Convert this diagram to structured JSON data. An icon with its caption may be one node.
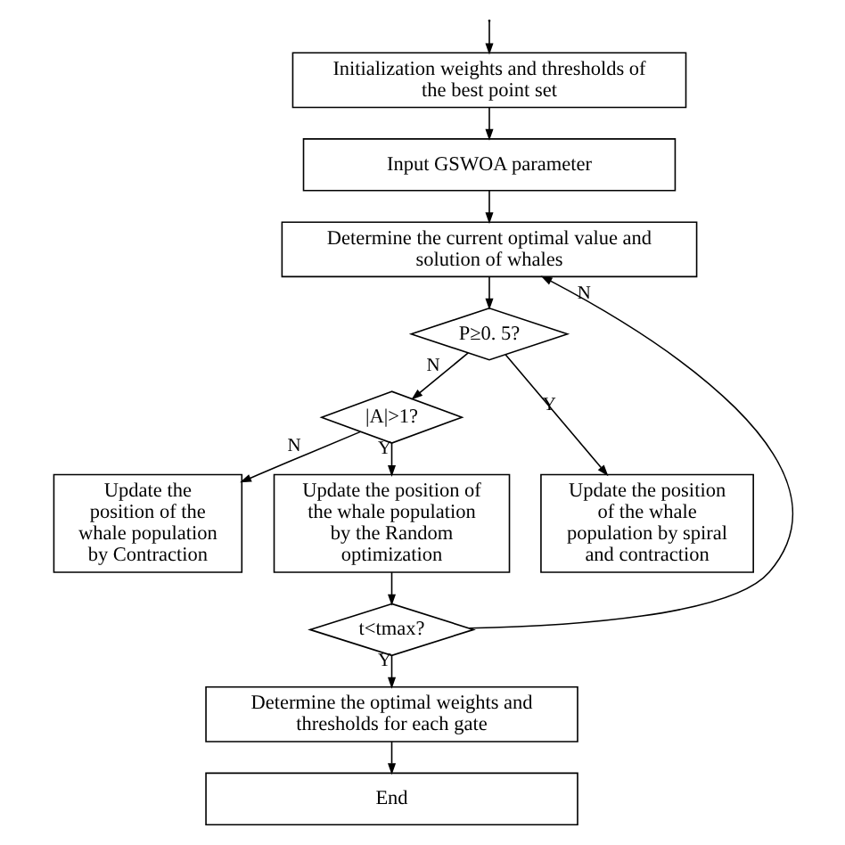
{
  "diagram": {
    "nodes": [
      {
        "text": [
          "Initialization weights and thresholds of the best point set"
        ]
      },
      {
        "text": [
          "Input GSWOA parameter"
        ]
      },
      {
        "text": [
          "Determine the current optimal value and solution of whales"
        ]
      },
      {
        "text": [
          "P≥0. 5?"
        ]
      },
      {
        "text": [
          "|A|>1?"
        ]
      },
      {
        "text": [
          "Update the position of the whale population by Contraction"
        ]
      },
      {
        "text": [
          "Update the position of the whale population by the Random optimization"
        ]
      },
      {
        "text": [
          "Update the position of the whale population by spiral and contraction"
        ]
      },
      {
        "text": [
          "t<tmax?"
        ]
      },
      {
        "text": [
          "Determine the optimal weights and thresholds for each gate"
        ]
      },
      {
        "text": [
          "End"
        ]
      }
    ],
    "edges": [
      {
        "from": null,
        "to": 0,
        "arrow": "to"
      },
      {
        "from": 0,
        "to": 1,
        "arrow": "to"
      },
      {
        "from": 1,
        "to": 2,
        "arrow": "to"
      },
      {
        "from": 2,
        "to": 3,
        "arrow": "to"
      },
      {
        "from": 3,
        "to": 4,
        "arrow": "to",
        "label": "N"
      },
      {
        "from": 3,
        "to": 7,
        "arrow": "to",
        "label": "Y"
      },
      {
        "from": 4,
        "to": 5,
        "arrow": "to",
        "label": "N"
      },
      {
        "from": 4,
        "to": 6,
        "arrow": "to",
        "label": "Y"
      },
      {
        "from": 6,
        "to": 8,
        "arrow": "to"
      },
      {
        "from": 8,
        "to": 2,
        "arrow": "to",
        "label": "N"
      },
      {
        "from": 8,
        "to": 9,
        "arrow": "to",
        "label": "Y"
      },
      {
        "from": 9,
        "to": 10,
        "arrow": "to"
      }
    ]
  }
}
